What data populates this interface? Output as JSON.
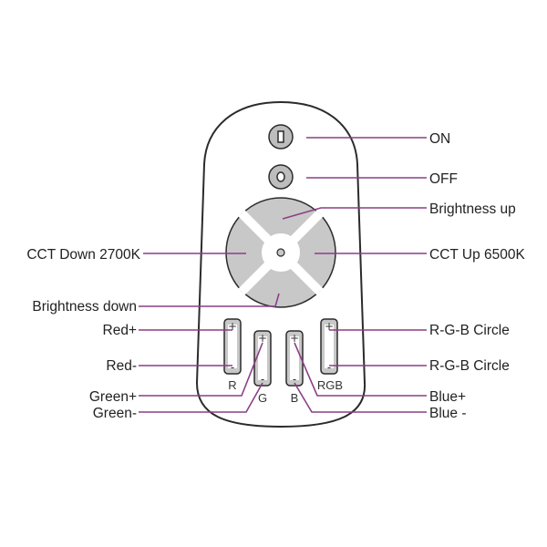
{
  "colors": {
    "leader": "#8a3f86",
    "outline": "#2b2b2b",
    "pad": "#c8c8c8",
    "button": "#bdbdbd"
  },
  "labels": {
    "on": "ON",
    "off": "OFF",
    "brightness_up": "Brightness up",
    "cct_down": "CCT Down 2700K",
    "cct_up": "CCT Up 6500K",
    "brightness_down": "Brightness down",
    "red_plus": "Red+",
    "red_minus": "Red-",
    "green_plus": "Green+",
    "green_minus": "Green-",
    "rgb_circle_1": "R-G-B Circle",
    "rgb_circle_2": "R-G-B Circle",
    "blue_plus": "Blue+",
    "blue_minus": "Blue -"
  },
  "remote": {
    "slider_r": "R",
    "slider_g": "G",
    "slider_b": "B",
    "slider_rgb": "RGB",
    "plus": "+",
    "minus": "-"
  }
}
